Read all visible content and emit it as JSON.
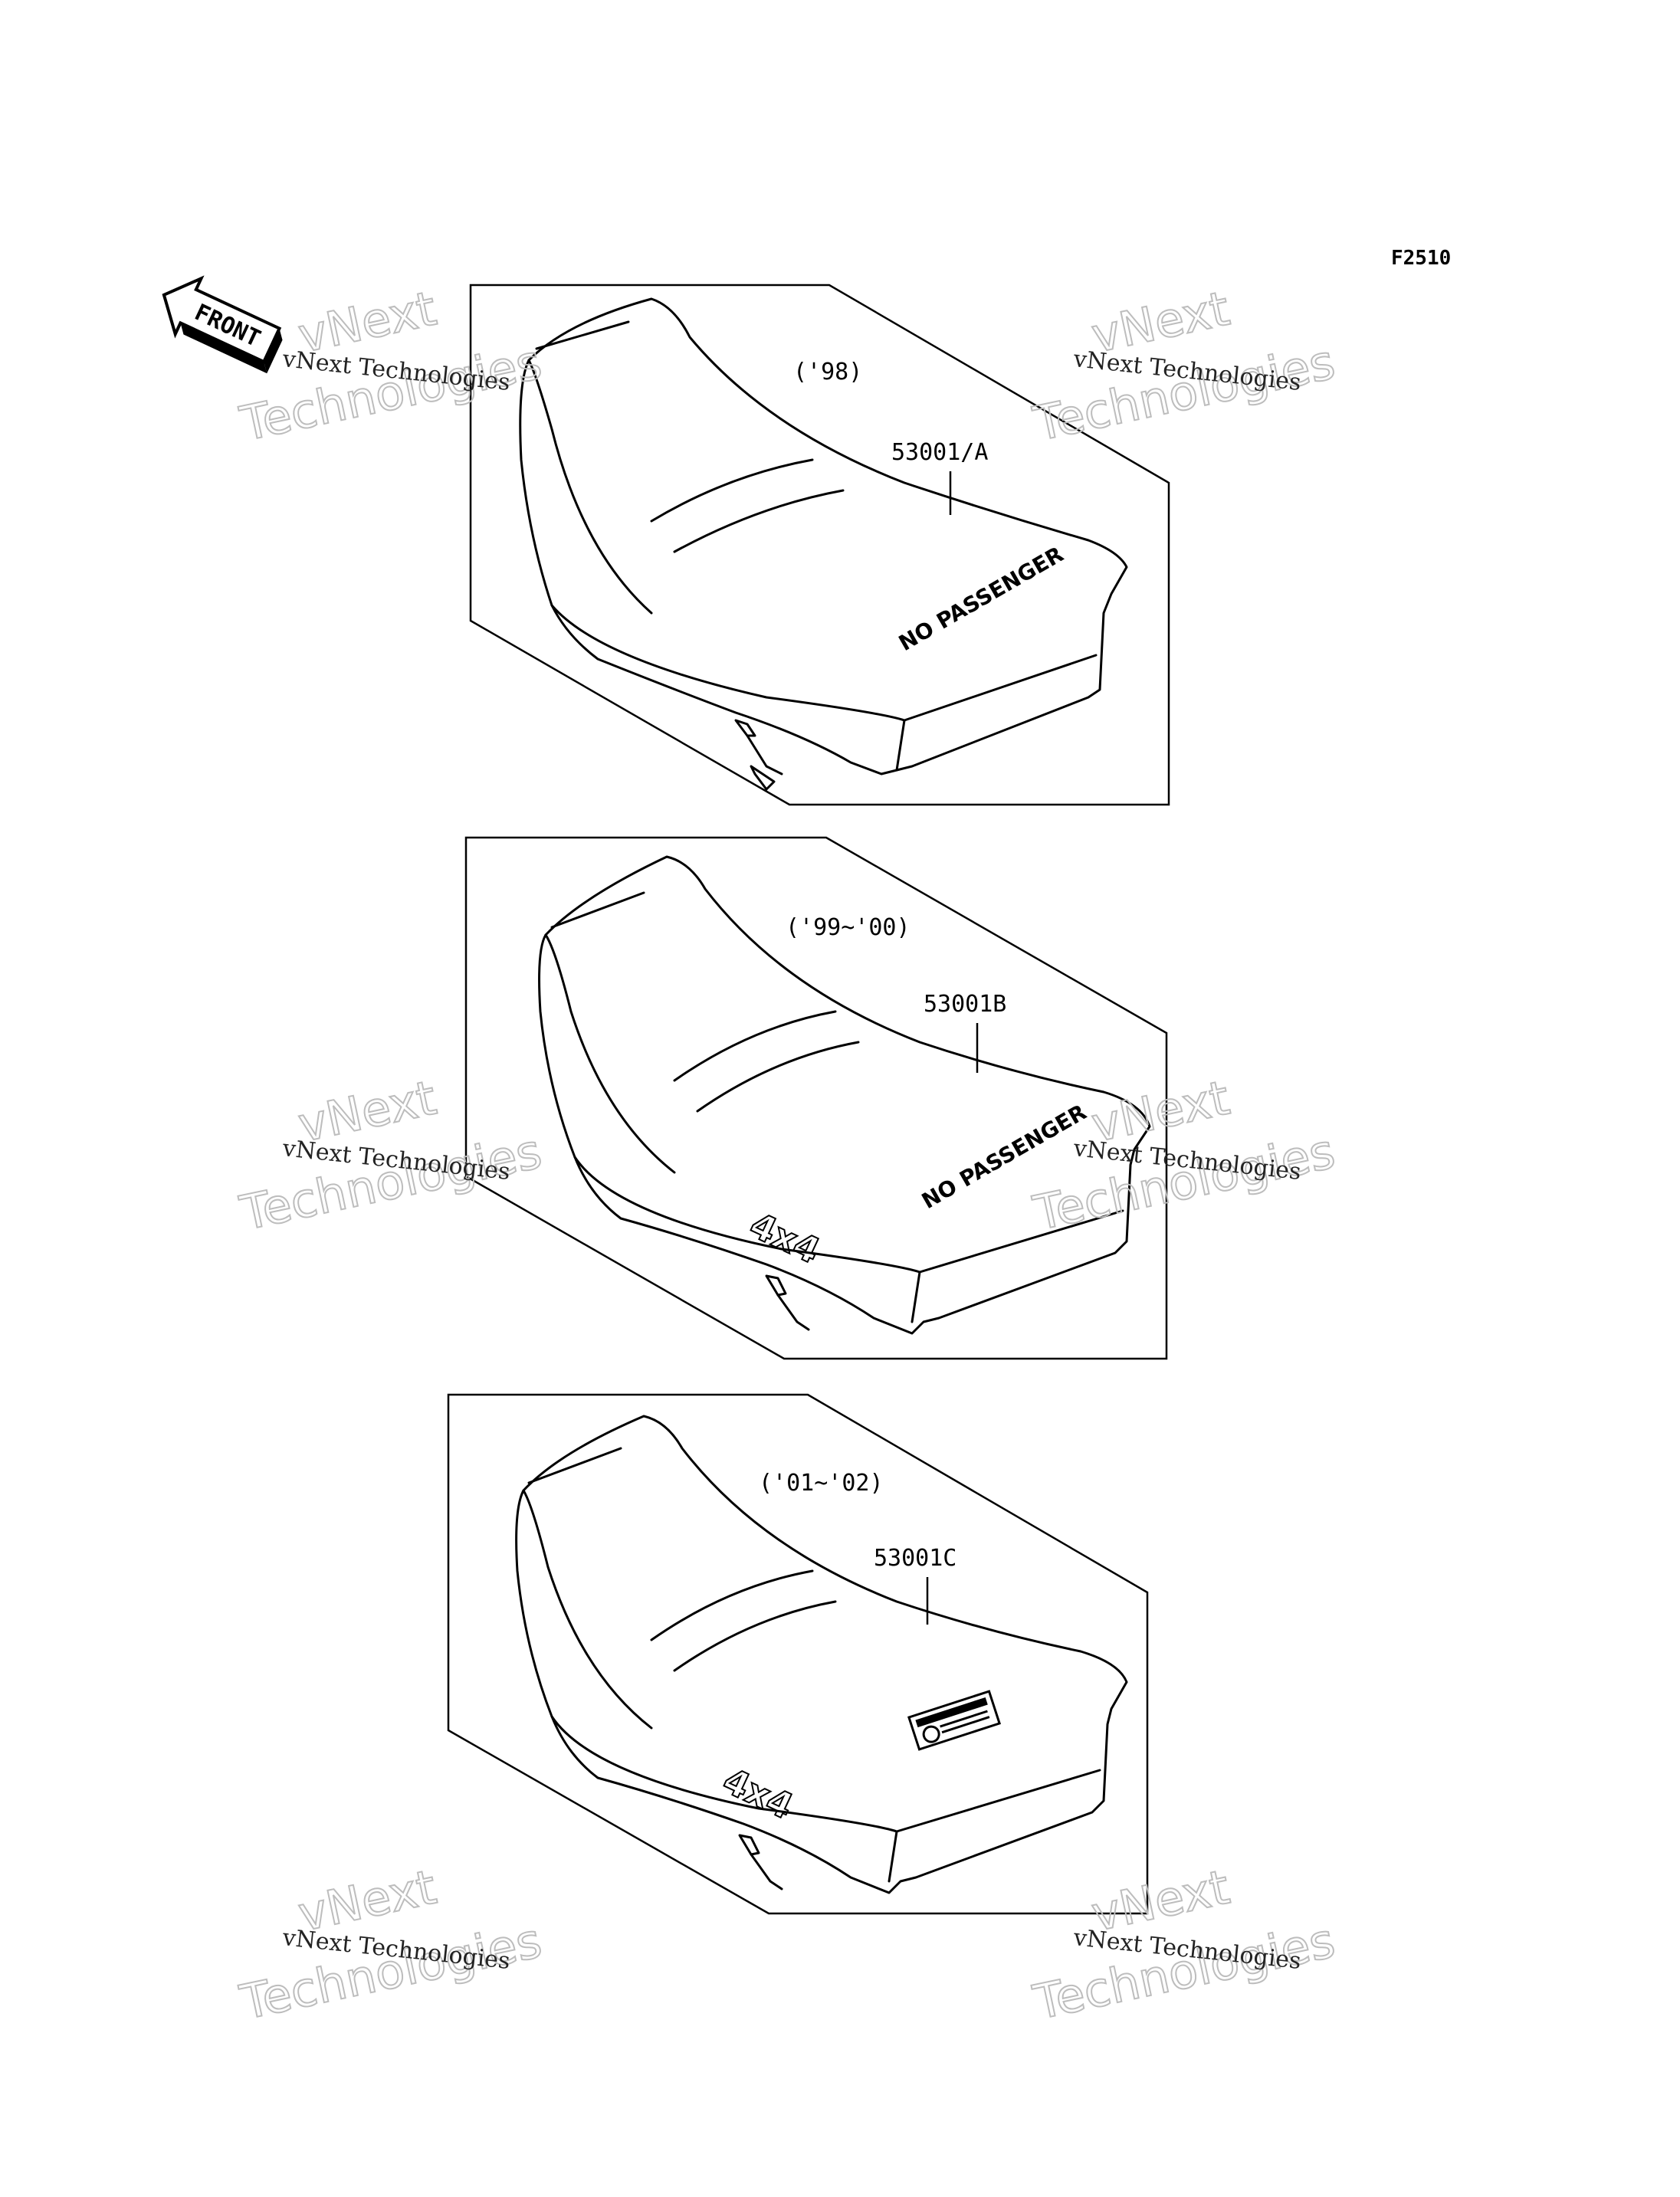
{
  "figure_code": "F2510",
  "front_label": "FRONT",
  "watermark": {
    "small": "vNext Technologies",
    "big_line1": "vNext",
    "big_line2": "Technologies"
  },
  "panels": [
    {
      "year": "('98)",
      "part": "53001/A",
      "decal": "NO PASSENGER",
      "badge": ""
    },
    {
      "year": "('99~'00)",
      "part": "53001B",
      "decal": "NO PASSENGER",
      "badge": "4x4"
    },
    {
      "year": "('01~'02)",
      "part": "53001C",
      "decal": "",
      "badge": "4x4"
    }
  ]
}
